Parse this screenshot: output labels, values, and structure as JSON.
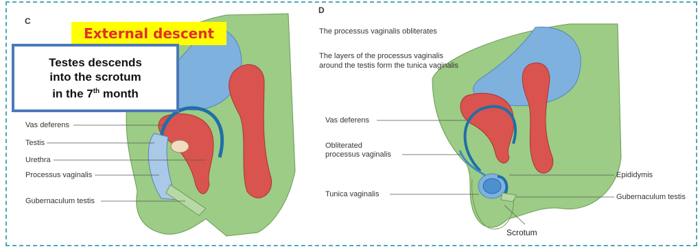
{
  "panel_c": {
    "letter": "C",
    "banner": "External descent",
    "callout_line1": "Testes descends",
    "callout_line2": "into the scrotum",
    "callout_line3_pre": "in the 7",
    "callout_line3_sup": "th",
    "callout_line3_post": " month",
    "labels": {
      "vas_deferens": "Vas deferens",
      "testis": "Testis",
      "urethra": "Urethra",
      "processus_vaginalis": "Processus vaginalis",
      "gubernaculum_testis": "Gubernaculum testis"
    }
  },
  "panel_d": {
    "letter": "D",
    "caption1": "The processus vaginalis obliterates",
    "caption2_line1": "The layers of the processus vaginalis",
    "caption2_line2": "around the testis form the tunica vaginalis",
    "labels": {
      "vas_deferens": "Vas deferens",
      "obliterated_line1": "Obliterated",
      "obliterated_line2": "processus vaginalis",
      "epididymis": "Epididymis",
      "tunica_vaginalis": "Tunica vaginalis",
      "gubernaculum_testis": "Gubernaculum testis",
      "scrotum": "Scrotum"
    }
  },
  "colors": {
    "body_green": "#9ccc85",
    "peritoneum_blue": "#7fb1de",
    "organ_red": "#d9534f",
    "testis_beige": "#f2dcc0",
    "frame_teal": "#4aa8b8",
    "banner_yellow": "#ffff00",
    "banner_text_red": "#e0312a",
    "callout_border": "#4a7ab8"
  }
}
